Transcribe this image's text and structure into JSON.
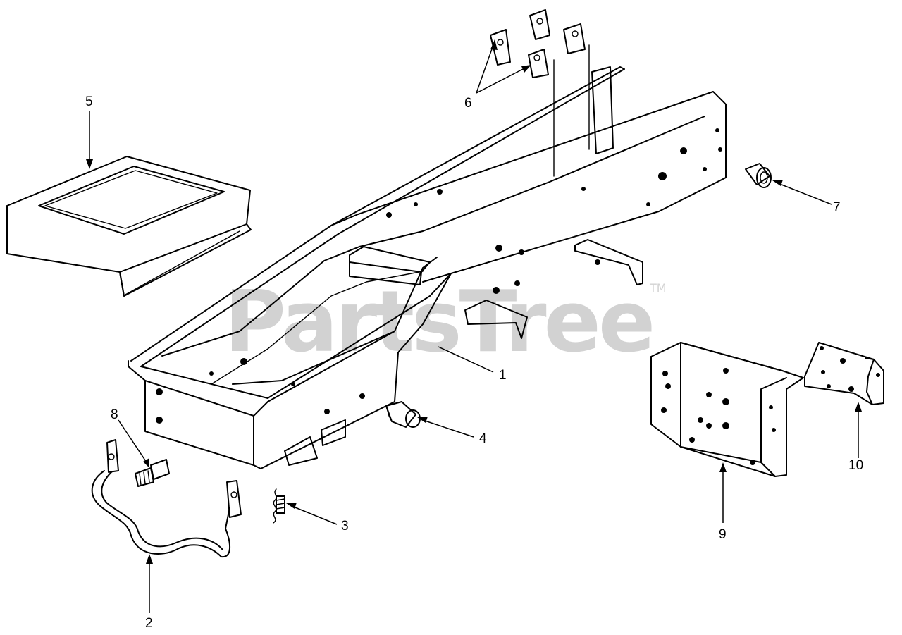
{
  "watermark": {
    "text": "PartsTree",
    "trademark": "TM"
  },
  "callouts": {
    "c1": "1",
    "c2": "2",
    "c3": "3",
    "c4": "4",
    "c5": "5",
    "c6": "6",
    "c7": "7",
    "c8": "8",
    "c9": "9",
    "c10": "10"
  },
  "colors": {
    "line": "#000000",
    "watermark": "#d2d2d2",
    "background": "#ffffff"
  }
}
